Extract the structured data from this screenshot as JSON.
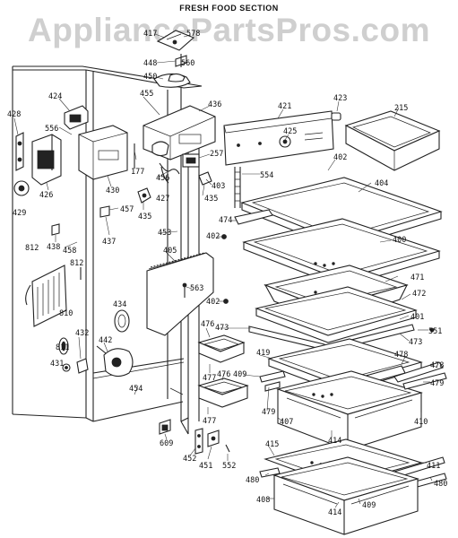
{
  "header": {
    "title": "FRESH FOOD SECTION",
    "watermark": "AppliancePartsPros.com"
  },
  "part_labels": [
    "417",
    "578",
    "448",
    "560",
    "450",
    "424",
    "455",
    "436",
    "421",
    "423",
    "215",
    "428",
    "556",
    "425",
    "402",
    "177",
    "257",
    "554",
    "404",
    "426",
    "430",
    "456",
    "403",
    "429",
    "427",
    "435",
    "457",
    "435",
    "474",
    "438",
    "437",
    "453",
    "402",
    "400",
    "812",
    "458",
    "405",
    "812",
    "471",
    "563",
    "402",
    "472",
    "810",
    "434",
    "401",
    "551",
    "476",
    "473",
    "473",
    "432",
    "442",
    "419",
    "409",
    "478",
    "811",
    "431",
    "477",
    "476",
    "478",
    "479",
    "454",
    "477",
    "407",
    "479",
    "410",
    "414",
    "609",
    "415",
    "411",
    "452",
    "480",
    "552",
    "451",
    "480",
    "408",
    "414",
    "409"
  ]
}
